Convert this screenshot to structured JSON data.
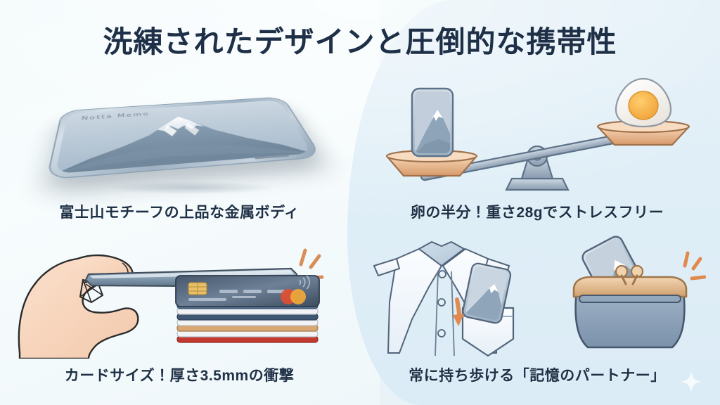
{
  "slide": {
    "title": "洗練されたデザインと圧倒的な携帯性",
    "background_left": "#f4fbfc",
    "background_right": "#e0eef7",
    "title_color": "#1e3048"
  },
  "panels": [
    {
      "id": "metal-body",
      "caption": "富士山モチーフの上品な金属ボディ",
      "device_brand": "Notta Memo",
      "artwork": "tablet-device-with-mount-fuji-engraving",
      "accent": "#9fb2c3"
    },
    {
      "id": "weight-balance",
      "caption": "卵の半分！重さ28gでストレスフリー",
      "artwork": "balance-scale-device-versus-egg",
      "accent": "#f0a83a"
    },
    {
      "id": "card-thickness",
      "caption": "カードサイズ！厚さ3.5mmの衝撃",
      "artwork": "hand-pinching-thin-device-beside-card-stack",
      "accent": "#d98e5a"
    },
    {
      "id": "portability",
      "caption": "常に持ち歩ける「記憶のパートナー」",
      "artwork": "shirt-pocket-and-coin-purse-with-device",
      "accent": "#e08a4e"
    }
  ],
  "decor": {
    "sparkle": "four-point-star"
  }
}
